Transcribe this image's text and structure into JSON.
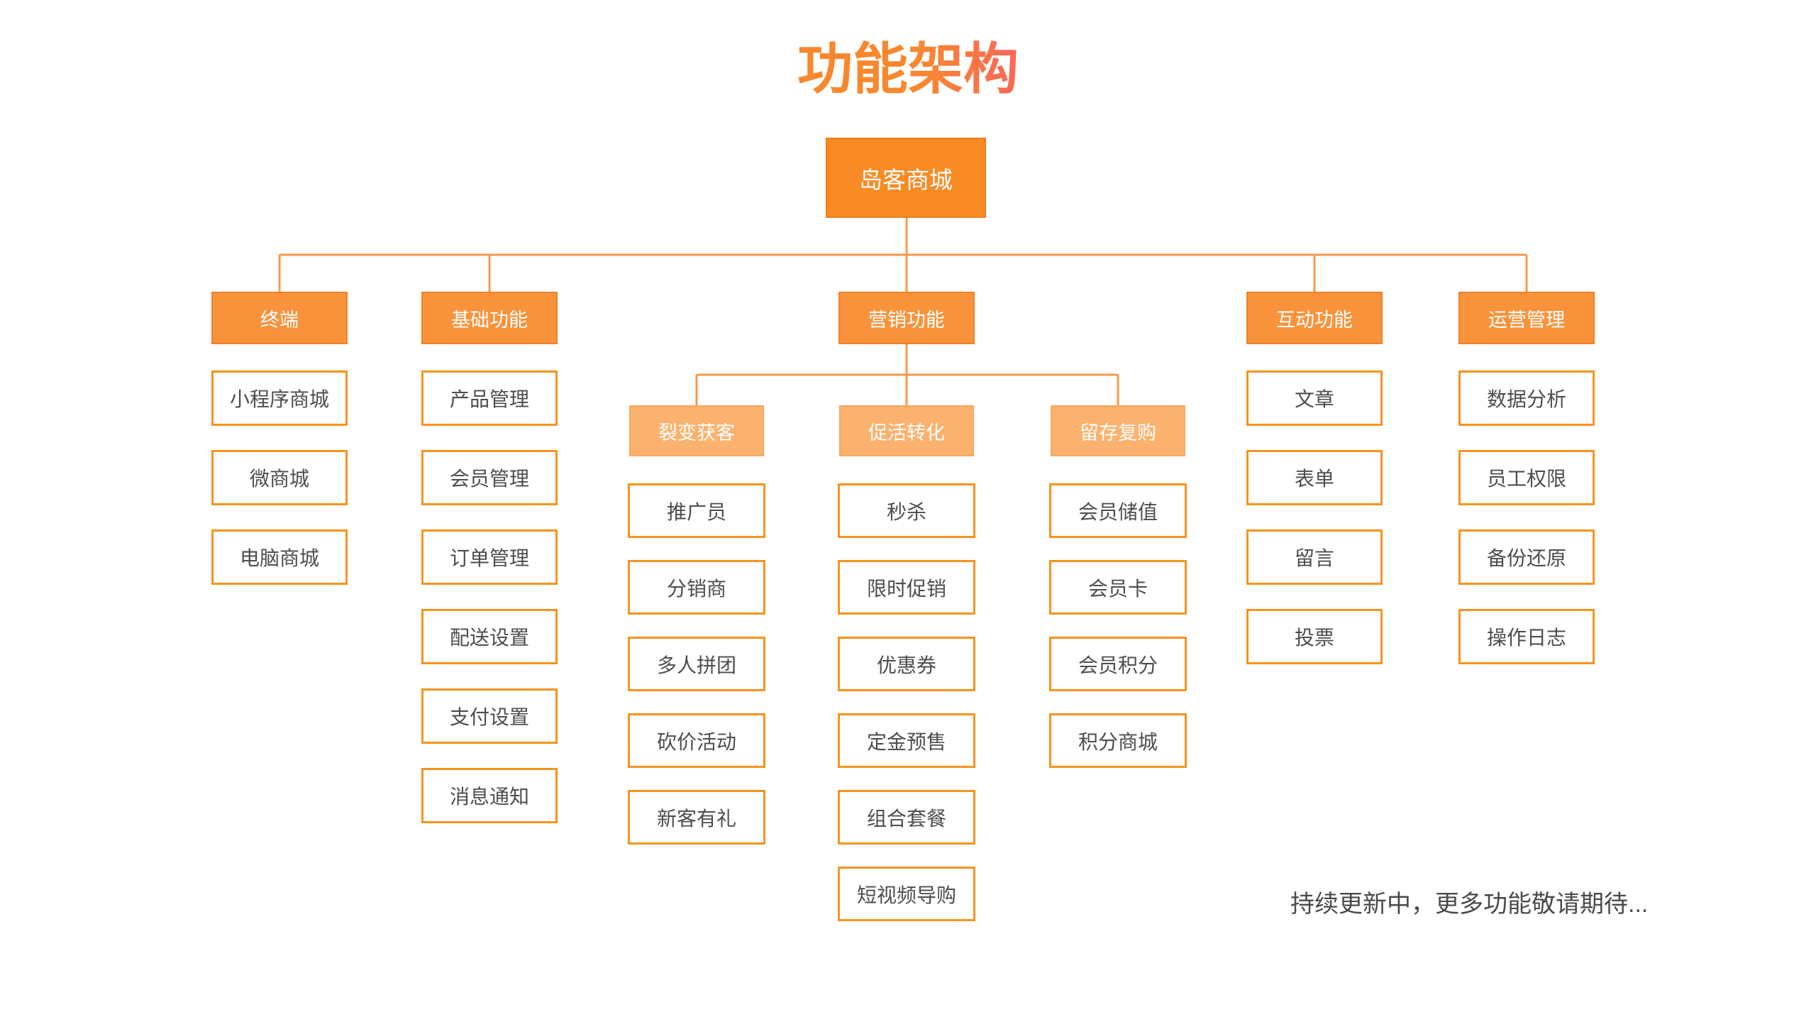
{
  "title": "功能架构",
  "root": {
    "label": "岛客商城"
  },
  "columns": [
    {
      "header": "终端",
      "items": [
        "小程序商城",
        "微商城",
        "电脑商城"
      ]
    },
    {
      "header": "基础功能",
      "items": [
        "产品管理",
        "会员管理",
        "订单管理",
        "配送设置",
        "支付设置",
        "消息通知"
      ]
    },
    {
      "header": "营销功能",
      "subgroups": [
        {
          "header": "裂变获客",
          "items": [
            "推广员",
            "分销商",
            "多人拼团",
            "砍价活动",
            "新客有礼"
          ]
        },
        {
          "header": "促活转化",
          "items": [
            "秒杀",
            "限时促销",
            "优惠券",
            "定金预售",
            "组合套餐",
            "短视频导购"
          ]
        },
        {
          "header": "留存复购",
          "items": [
            "会员储值",
            "会员卡",
            "会员积分",
            "积分商城"
          ]
        }
      ]
    },
    {
      "header": "互动功能",
      "items": [
        "文章",
        "表单",
        "留言",
        "投票"
      ]
    },
    {
      "header": "运营管理",
      "items": [
        "数据分析",
        "员工权限",
        "备份还原",
        "操作日志"
      ]
    }
  ],
  "footer_note": "持续更新中，更多功能敬请期待...",
  "colors": {
    "title_gradient_start": "#f8872e",
    "title_gradient_end": "#fa6a55",
    "node_solid_fill": "#f8933c",
    "root_fill": "#f98b24",
    "node_light_fill": "#fab26e",
    "leaf_border": "#f7941e",
    "leaf_text": "#4d4d4d",
    "connector": "#f8994a"
  }
}
